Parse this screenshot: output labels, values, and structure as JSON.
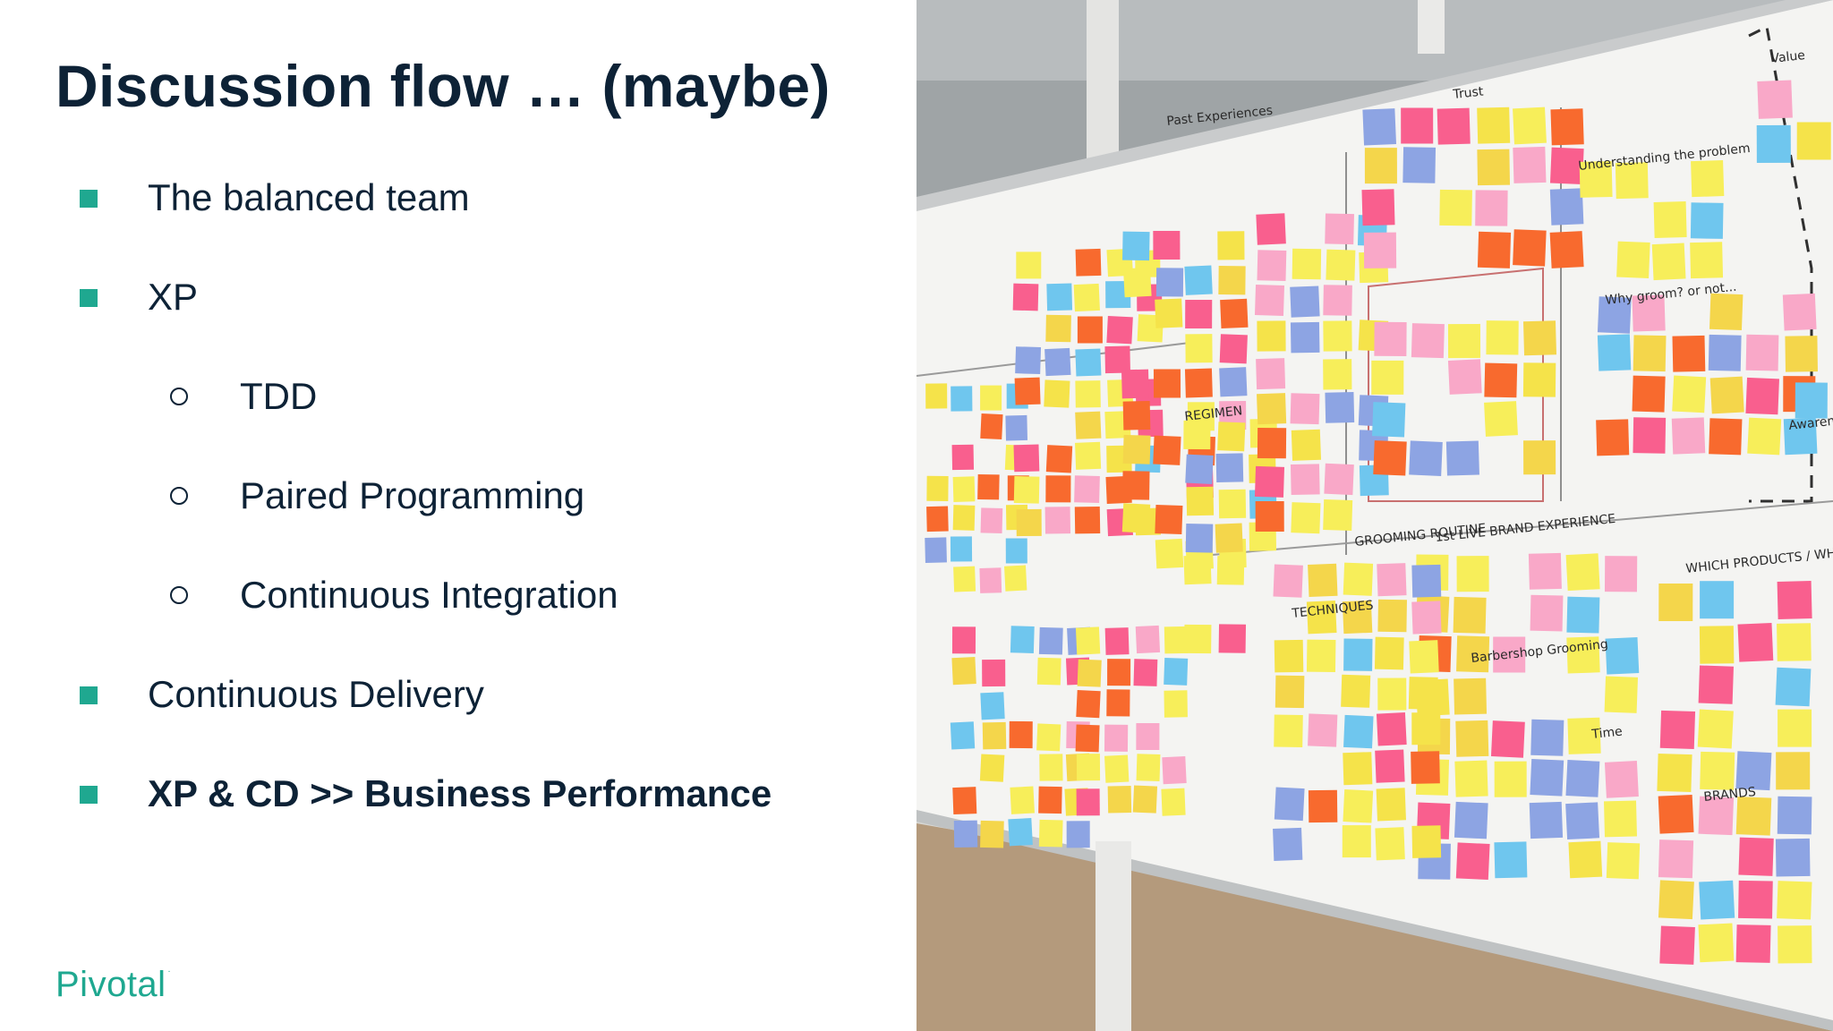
{
  "slide": {
    "title": "Discussion flow … (maybe)",
    "bullets": [
      {
        "text": "The balanced team",
        "level": 1,
        "bold": false
      },
      {
        "text": "XP",
        "level": 1,
        "bold": false
      },
      {
        "text": "TDD",
        "level": 2,
        "bold": false
      },
      {
        "text": "Paired Programming",
        "level": 2,
        "bold": false
      },
      {
        "text": "Continuous Integration",
        "level": 2,
        "bold": false
      },
      {
        "text": "Continuous Delivery",
        "level": 1,
        "bold": false
      },
      {
        "text": "XP & CD  >>  Business Performance",
        "level": 1,
        "bold": true
      }
    ],
    "logo": "Pivotal",
    "logo_mark": "."
  },
  "photo": {
    "description_icon": "whiteboard-photo",
    "handwritten_labels": [
      "Trust",
      "Value",
      "Understanding the problem",
      "Why groom? or not...",
      "WHICH PRODUCTS / WHY?",
      "Awaren",
      "Barbershop Grooming",
      "BRANDS",
      "Time",
      "GROOMING ROUTINE",
      "1st LIVE BRAND EXPERIENCE",
      "TECHNIQUES",
      "Past Experiences",
      "REGIMEN"
    ]
  },
  "colors": {
    "title": "#0d2236",
    "accent": "#1fa890",
    "bullet_text": "#0d2236",
    "background": "#ffffff"
  }
}
